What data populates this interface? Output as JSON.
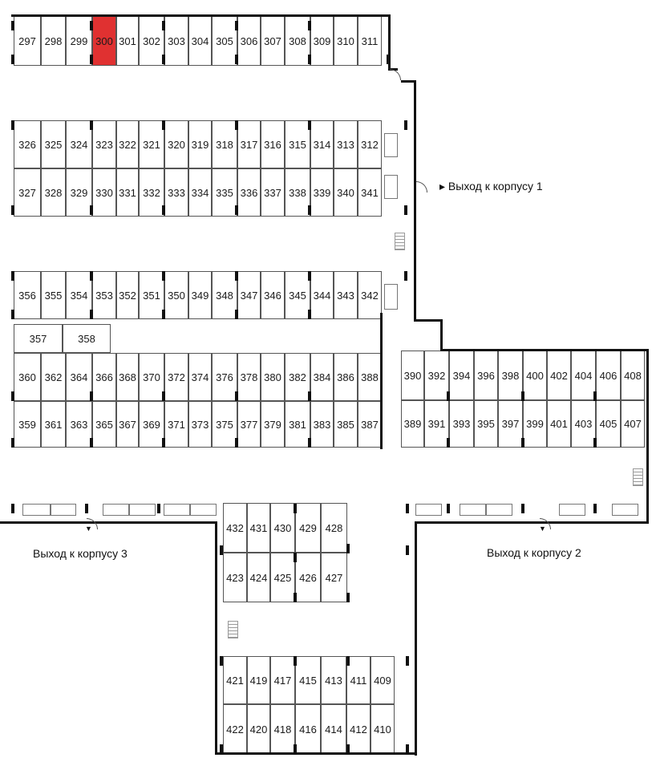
{
  "selected_space": "300",
  "exits": {
    "building1": "Выход к корпусу 1",
    "building2": "Выход к корпусу 2",
    "building3": "Выход к корпусу 3"
  },
  "rows": {
    "r1": [
      "297",
      "298",
      "299",
      "300",
      "301",
      "302",
      "303",
      "304",
      "305",
      "306",
      "307",
      "308",
      "309",
      "310",
      "311"
    ],
    "r2": [
      "326",
      "325",
      "324",
      "323",
      "322",
      "321",
      "320",
      "319",
      "318",
      "317",
      "316",
      "315",
      "314",
      "313",
      "312"
    ],
    "r3": [
      "327",
      "328",
      "329",
      "330",
      "331",
      "332",
      "333",
      "334",
      "335",
      "336",
      "337",
      "338",
      "339",
      "340",
      "341"
    ],
    "r4": [
      "356",
      "355",
      "354",
      "353",
      "352",
      "351",
      "350",
      "349",
      "348",
      "347",
      "346",
      "345",
      "344",
      "343",
      "342"
    ],
    "r5": [
      "357",
      "358"
    ],
    "r6": [
      "360",
      "362",
      "364",
      "366",
      "368",
      "370",
      "372",
      "374",
      "376",
      "378",
      "380",
      "382",
      "384",
      "386",
      "388"
    ],
    "r7": [
      "359",
      "361",
      "363",
      "365",
      "367",
      "369",
      "371",
      "373",
      "375",
      "377",
      "379",
      "381",
      "383",
      "385",
      "387"
    ],
    "r8": [
      "390",
      "392",
      "394",
      "396",
      "398",
      "400",
      "402",
      "404",
      "406",
      "408"
    ],
    "r9": [
      "389",
      "391",
      "393",
      "395",
      "397",
      "399",
      "401",
      "403",
      "405",
      "407"
    ],
    "r10": [
      "432",
      "431",
      "430",
      "429",
      "428"
    ],
    "r11": [
      "423",
      "424",
      "425",
      "426",
      "427"
    ],
    "r12": [
      "421",
      "419",
      "417",
      "415",
      "413",
      "411",
      "409"
    ],
    "r13": [
      "422",
      "420",
      "418",
      "416",
      "414",
      "412",
      "410"
    ]
  },
  "colors": {
    "selected": "#e03131",
    "wall": "#111111",
    "line": "#555555"
  },
  "icons": {
    "exit_arrow": "triangle-right",
    "stairs": "stair-grid"
  }
}
